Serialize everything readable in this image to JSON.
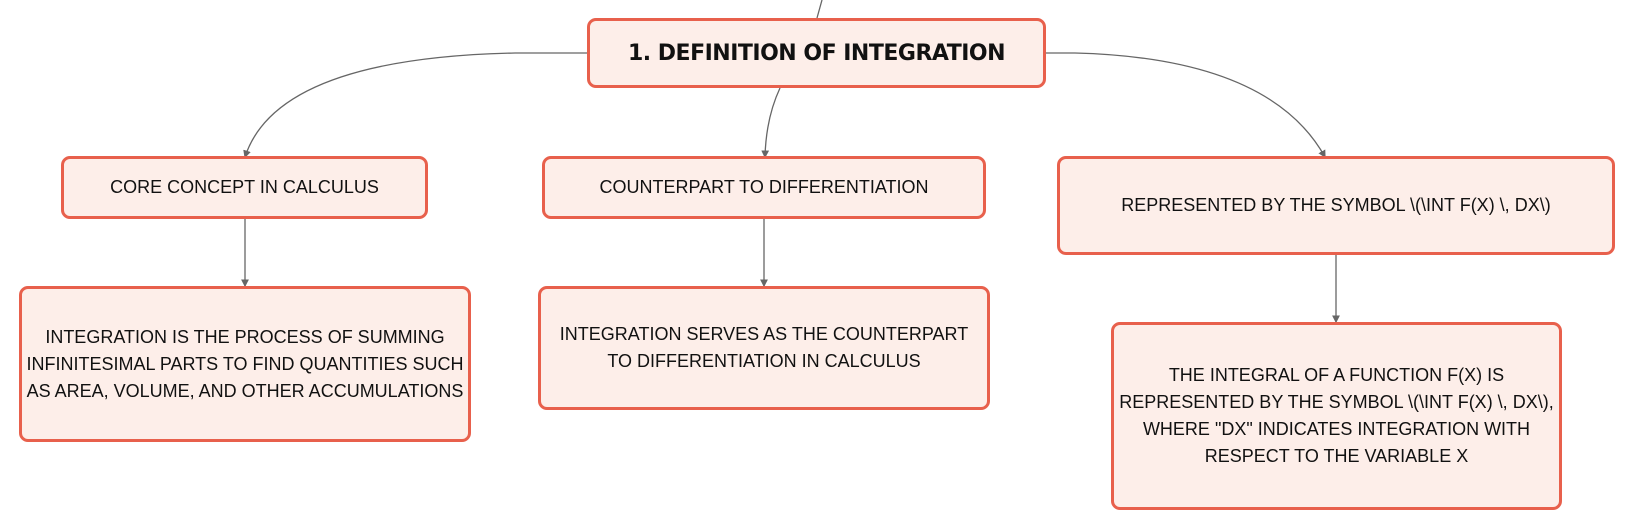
{
  "diagram": {
    "root": {
      "label": "1. DEFINITION OF INTEGRATION"
    },
    "branches": [
      {
        "label": "CORE CONCEPT IN CALCULUS",
        "detail": "INTEGRATION IS THE PROCESS OF SUMMING INFINITESIMAL PARTS TO FIND QUANTITIES SUCH AS AREA, VOLUME, AND OTHER ACCUMULATIONS"
      },
      {
        "label": "COUNTERPART TO DIFFERENTIATION",
        "detail": "INTEGRATION SERVES AS THE COUNTERPART TO DIFFERENTIATION IN CALCULUS"
      },
      {
        "label": "REPRESENTED BY THE SYMBOL \\(\\INT F(X) \\, DX\\)",
        "detail": "THE INTEGRAL OF A FUNCTION F(X) IS REPRESENTED BY THE SYMBOL \\(\\INT F(X) \\, DX\\), WHERE \"DX\" INDICATES INTEGRATION WITH RESPECT TO THE VARIABLE X"
      }
    ],
    "colors": {
      "node_fill": "#fdeee9",
      "node_border": "#e8604c",
      "connector": "#666666",
      "text": "#111111"
    }
  }
}
